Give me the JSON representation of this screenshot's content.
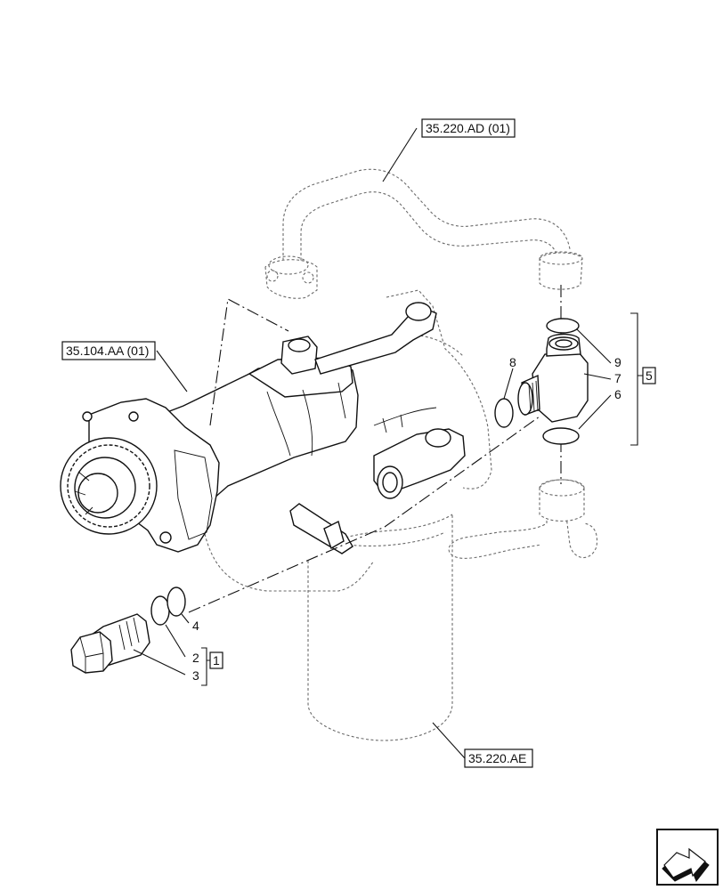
{
  "references": {
    "ref_top": "35.220.AD (01)",
    "ref_left": "35.104.AA (01)",
    "ref_bottom": "35.220.AE"
  },
  "callouts": {
    "c2": "2",
    "c3": "3",
    "c4": "4",
    "c6": "6",
    "c7": "7",
    "c8": "8",
    "c9": "9"
  },
  "kits": {
    "kit_left": "1",
    "kit_right": "5"
  },
  "icons": {
    "nav": "next-page-arrow-icon"
  }
}
